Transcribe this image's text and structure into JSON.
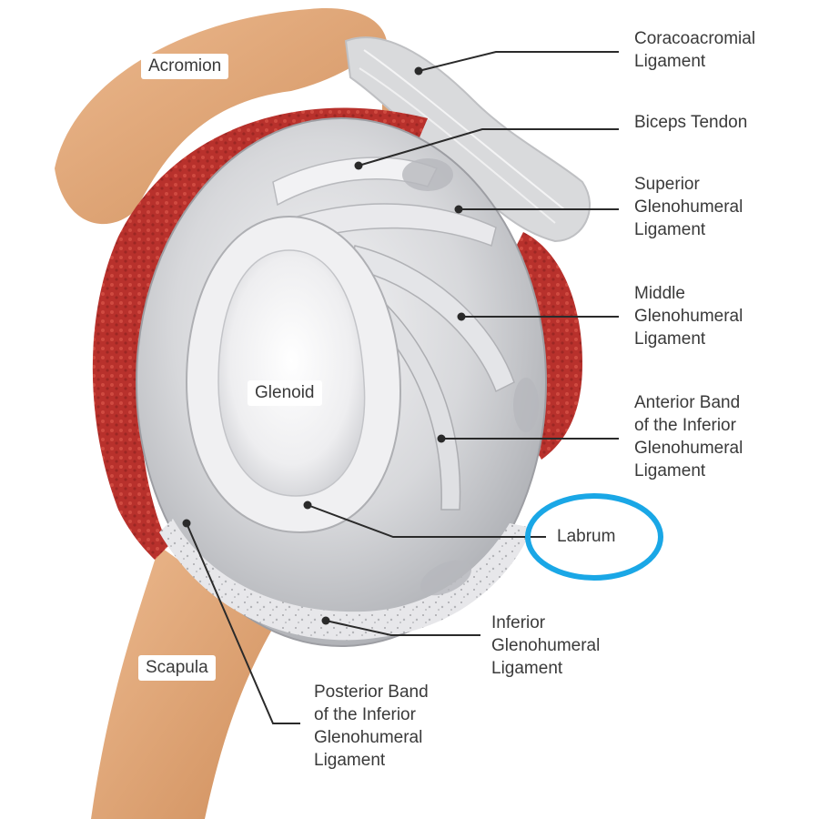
{
  "labels": {
    "acromion": "Acromion",
    "coracoacromial": "Coracoacromial\nLigament",
    "biceps": "Biceps Tendon",
    "superior": "Superior\nGlenohumeral\nLigament",
    "middle": "Middle\nGlenohumeral\nLigament",
    "anterior": "Anterior Band\nof the Inferior\nGlenohumeral\nLigament",
    "glenoid": "Glenoid",
    "labrum": "Labrum",
    "inferior": "Inferior\nGlenohumeral\nLigament",
    "scapula": "Scapula",
    "posterior": "Posterior Band\nof the Inferior\nGlenohumeral\nLigament"
  },
  "colors": {
    "bone": "#e2a878",
    "muscle": "#b8312c",
    "cavity": "#c9cacd",
    "glenoid": "#ececee",
    "highlight": "#1aa7e6",
    "leader": "#2a2a2a"
  }
}
